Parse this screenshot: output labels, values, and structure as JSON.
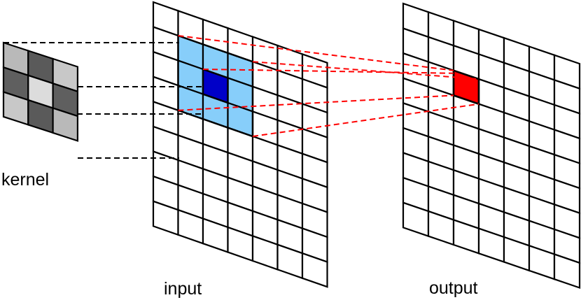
{
  "labels": {
    "kernel": "kernel",
    "input": "input",
    "output": "output"
  },
  "kernel": {
    "rows": 3,
    "cols": 3,
    "cell_colors": [
      [
        "#b9b9b9",
        "#5a5a5a",
        "#c8c8c8"
      ],
      [
        "#5f5f5f",
        "#dcdcdc",
        "#5f5f5f"
      ],
      [
        "#c8c8c8",
        "#5a5a5a",
        "#b9b9b9"
      ]
    ]
  },
  "input": {
    "rows": 9,
    "cols": 7,
    "receptive_field_color": "#87cefa",
    "center_color": "#0000c8",
    "receptive_field_rows": [
      1,
      3
    ],
    "receptive_field_cols": [
      1,
      3
    ],
    "center_cell": [
      2,
      2
    ]
  },
  "output": {
    "rows": 9,
    "cols": 7,
    "highlight_color": "#ff0000",
    "highlight_cell": [
      2,
      2
    ]
  },
  "connectors": {
    "kernel_to_input_color": "#000000",
    "input_to_output_color": "#ff0000",
    "style": "dashed"
  }
}
